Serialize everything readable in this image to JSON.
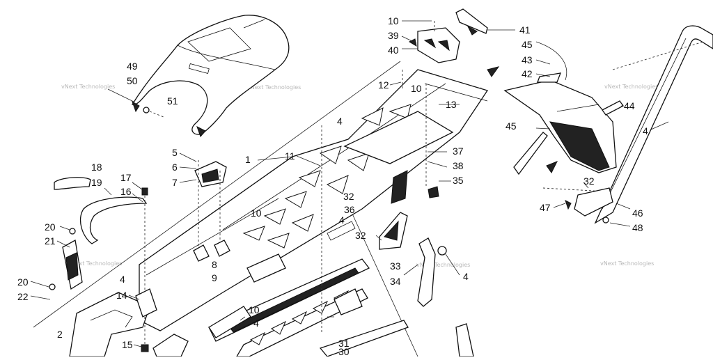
{
  "watermark": "vNext Technologies",
  "callouts": [
    "1",
    "2",
    "4",
    "5",
    "6",
    "7",
    "8",
    "9",
    "10",
    "11",
    "12",
    "13",
    "14",
    "15",
    "16",
    "17",
    "18",
    "19",
    "20",
    "21",
    "22",
    "30",
    "31",
    "32",
    "33",
    "34",
    "35",
    "36",
    "37",
    "38",
    "39",
    "40",
    "41",
    "42",
    "43",
    "44",
    "45",
    "46",
    "47",
    "48",
    "49",
    "50",
    "51"
  ],
  "colors": {
    "line": "#111111",
    "watermark": "#b8b8b8",
    "background": "#ffffff"
  }
}
